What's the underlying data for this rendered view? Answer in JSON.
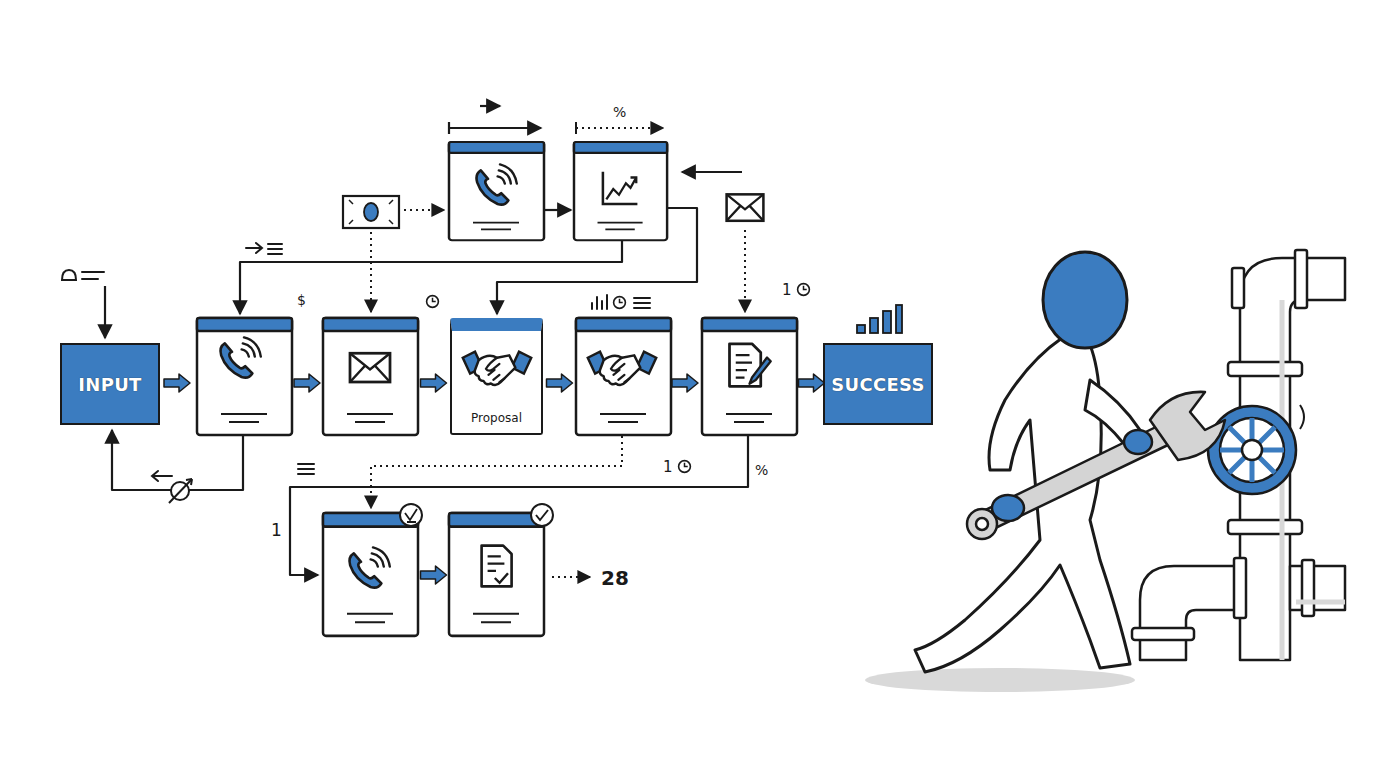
{
  "diagram": {
    "nodes": [
      {
        "text": [
          "INPUT"
        ]
      },
      {
        "text": [
          "Proposal"
        ]
      },
      {
        "text": [
          "SUCCESS"
        ]
      }
    ],
    "labels": [
      "%",
      "$",
      "1",
      "1",
      "%",
      "1",
      "28"
    ]
  }
}
